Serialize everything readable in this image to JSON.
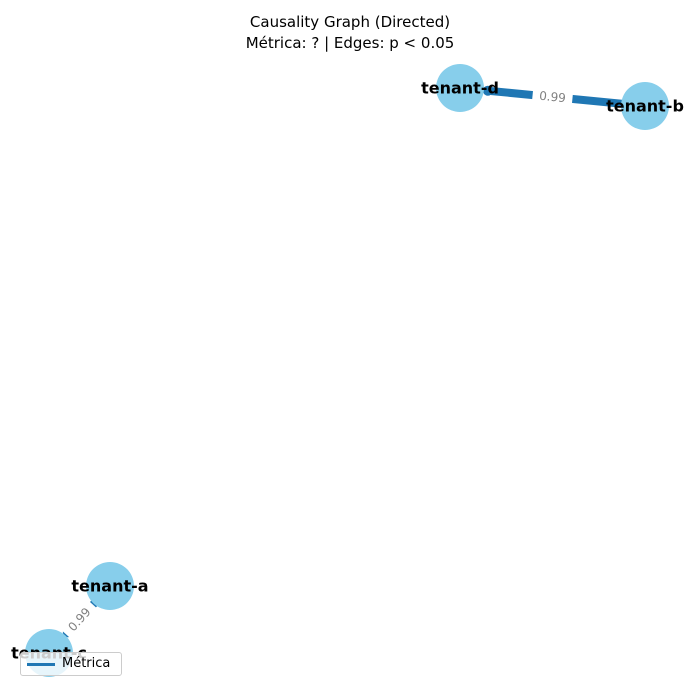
{
  "title": {
    "line1": "Causality Graph (Directed)",
    "line2": "Métrica: ? | Edges: p < 0.05"
  },
  "colors": {
    "node_fill": "#87ceeb",
    "edge": "#1f77b4",
    "edge_label": "#808080"
  },
  "nodes": [
    {
      "id": "tenant-d",
      "label": "tenant-d"
    },
    {
      "id": "tenant-b",
      "label": "tenant-b"
    },
    {
      "id": "tenant-a",
      "label": "tenant-a"
    },
    {
      "id": "tenant-c",
      "label": "tenant-c"
    }
  ],
  "edges": [
    {
      "source": "tenant-b",
      "target": "tenant-d",
      "label": "0.99"
    },
    {
      "source": "tenant-a",
      "target": "tenant-c",
      "label": "0.99"
    }
  ],
  "legend": {
    "label": "Métrica"
  }
}
